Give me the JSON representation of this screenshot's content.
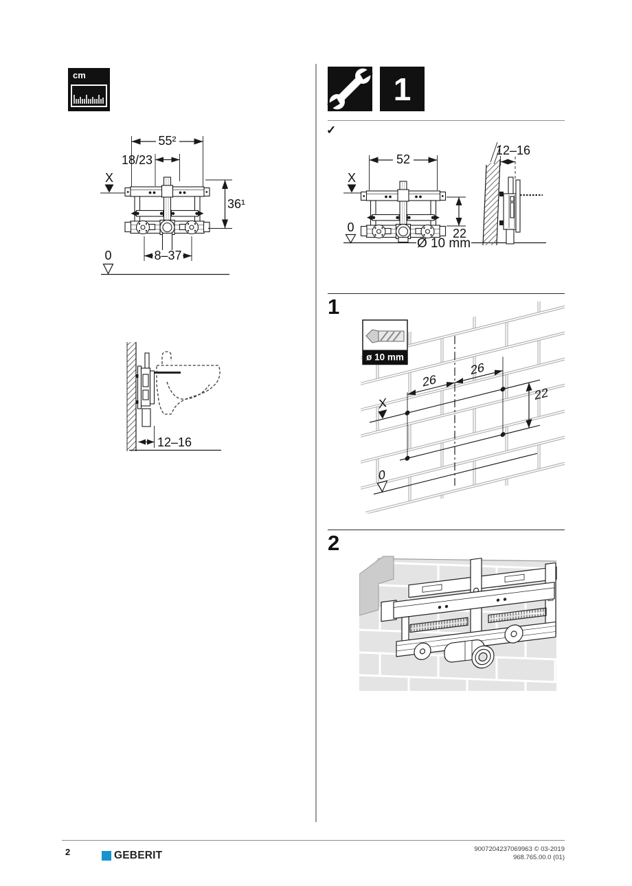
{
  "header": {
    "ruler_label": "cm",
    "tool_step_number": "1"
  },
  "prereq_check": "✓",
  "steps": {
    "one": "1",
    "two": "2"
  },
  "drill_icon_label": "ø 10 mm",
  "dims": {
    "front_left": {
      "width_top": "55²",
      "offset": "18/23",
      "x_marker": "X",
      "height": "36¹",
      "bottom_range": "8–37",
      "zero": "0"
    },
    "side_basin": {
      "wall_distance": "12–16"
    },
    "front_right": {
      "width_top": "52",
      "x_marker": "X",
      "zero": "0",
      "height": "22",
      "drill_diameter": "Ø 10 mm"
    },
    "side_right": {
      "wall_distance": "12–16"
    },
    "marking": {
      "left_offset": "26",
      "right_offset": "26",
      "x_marker": "X",
      "vertical": "22",
      "zero": "0"
    }
  },
  "footer": {
    "page_number": "2",
    "brand": "GEBERIT",
    "doc_code": "9007204237069963 © 03-2019",
    "doc_ref": "968.765.00.0 (01)"
  },
  "colors": {
    "brand_blue": "#1793cf",
    "line_black": "#1a1a1a"
  }
}
